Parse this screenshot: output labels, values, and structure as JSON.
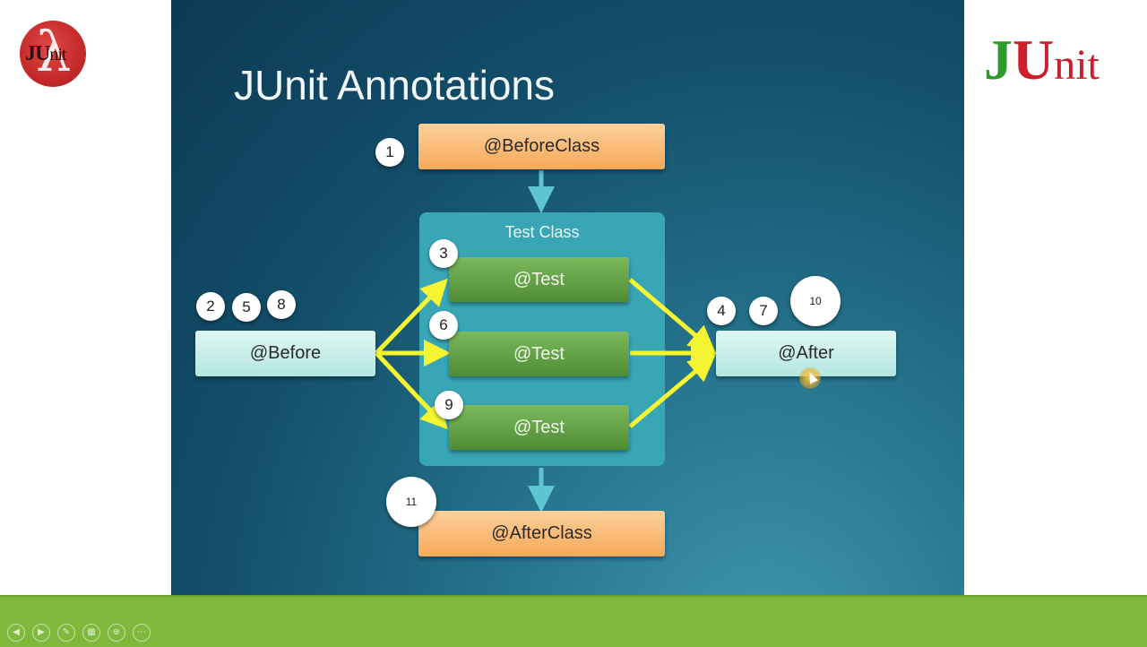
{
  "slide": {
    "title": "JUnit Annotations",
    "test_class_label": "Test Class",
    "boxes": {
      "before_class": "@BeforeClass",
      "before": "@Before",
      "test_1": "@Test",
      "test_2": "@Test",
      "test_3": "@Test",
      "after": "@After",
      "after_class": "@AfterClass"
    },
    "badges": {
      "b1": "1",
      "b2": "2",
      "b3": "3",
      "b4": "4",
      "b5": "5",
      "b6": "6",
      "b7": "7",
      "b8": "8",
      "b9": "9",
      "b10": "10",
      "b11": "11"
    }
  },
  "logos": {
    "left_text_j": "JU",
    "left_text_rest": "nit",
    "right_j": "J",
    "right_u": "U",
    "right_rest": "nit"
  },
  "colors": {
    "slide_bg": "#134f6a",
    "orange_box": "#f6a95a",
    "green_box": "#5a9a3e",
    "mint_box": "#c6eee9",
    "test_class_bg": "#39a6b6",
    "arrow_yellow": "#f5f531",
    "arrow_teal": "#5ec4cf",
    "bottom_bar": "#7fb83a",
    "junit_green": "#2e9a2a",
    "junit_red": "#cc1f2b"
  },
  "toolbar": {
    "icons": [
      "prev-icon",
      "next-icon",
      "pen-icon",
      "slides-icon",
      "zoom-icon",
      "more-icon"
    ]
  }
}
